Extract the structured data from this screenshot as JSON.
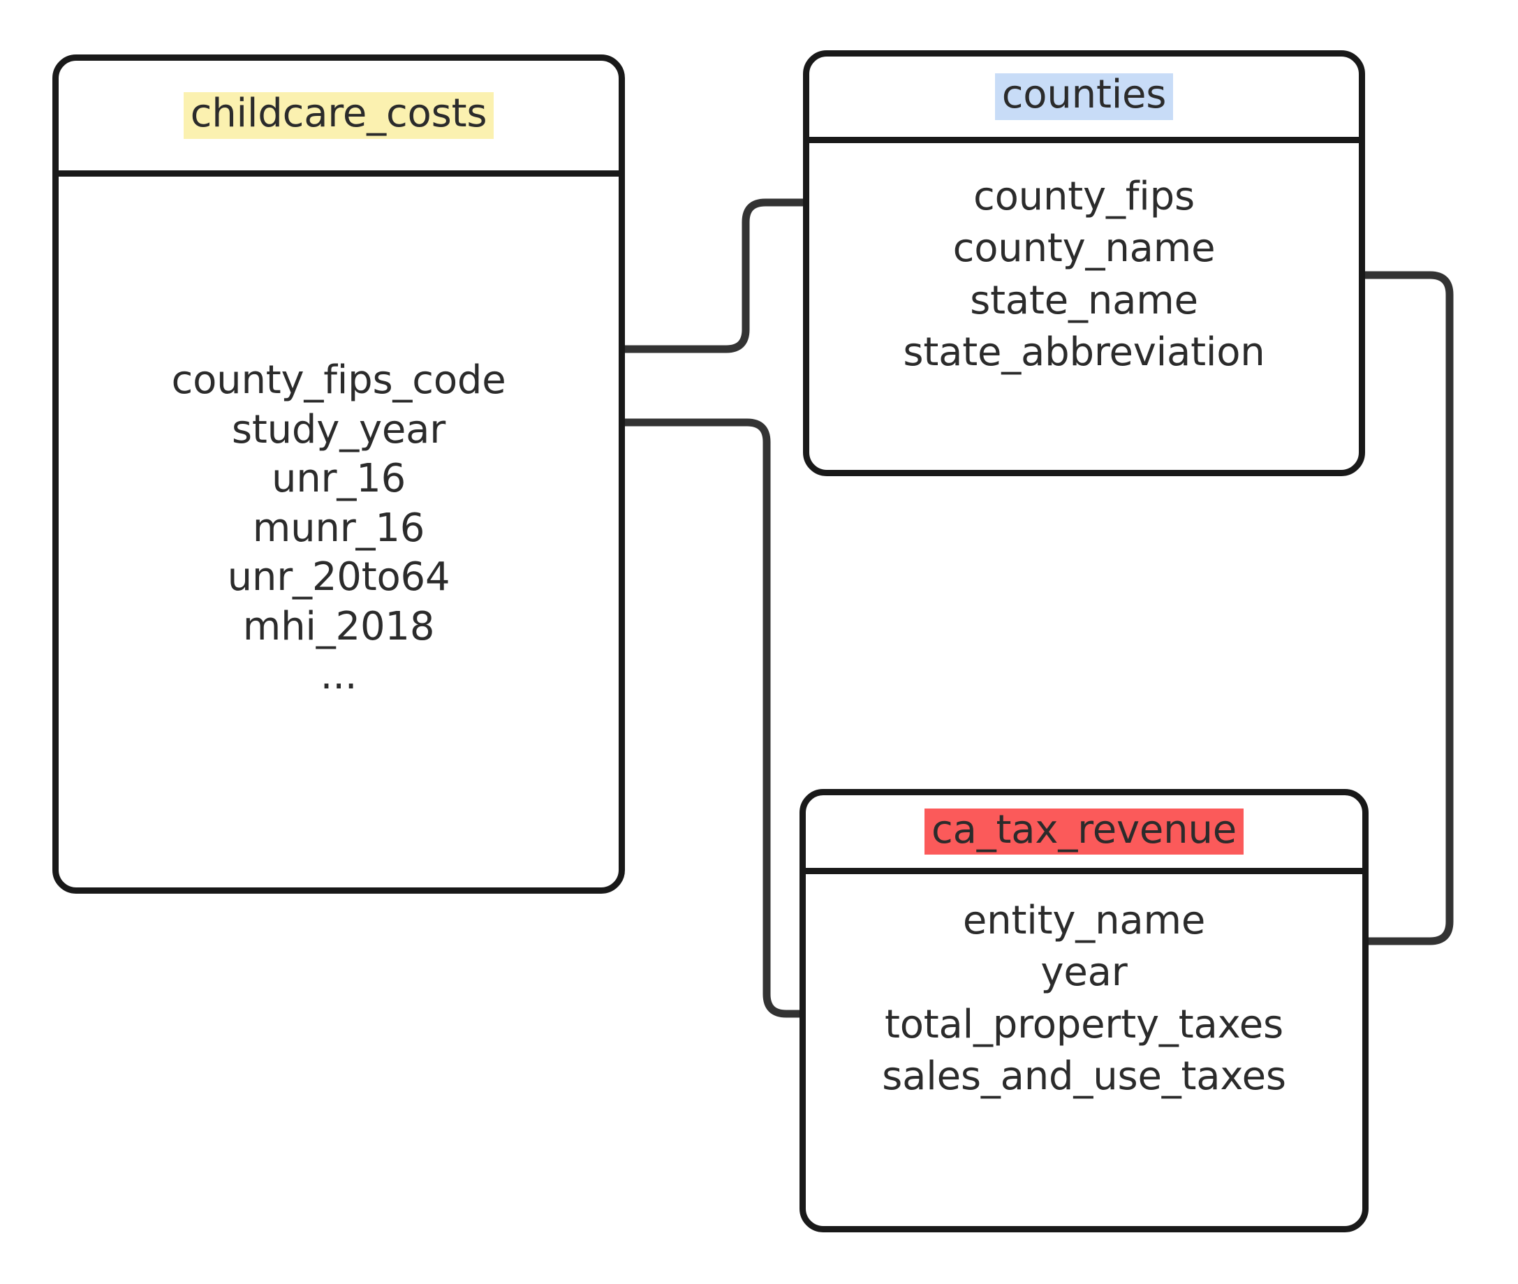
{
  "diagram": {
    "type": "entity-relationship-diagram",
    "background": "#ffffff",
    "line_color": "#333333",
    "border_color": "#191919",
    "text_color": "#2b2b2b"
  },
  "entities": [
    {
      "id": "childcare_costs",
      "title": "childcare_costs",
      "highlight_color": "#fbf1b0",
      "fields": [
        "county_fips_code",
        "study_year",
        "unr_16",
        "munr_16",
        "unr_20to64",
        "mhi_2018",
        "..."
      ]
    },
    {
      "id": "counties",
      "title": "counties",
      "highlight_color": "#c8dcf7",
      "fields": [
        "county_fips",
        "county_name",
        "state_name",
        "state_abbreviation"
      ]
    },
    {
      "id": "ca_tax_revenue",
      "title": "ca_tax_revenue",
      "highlight_color": "#fb5a5a",
      "fields": [
        "entity_name",
        "year",
        "total_property_taxes",
        "sales_and_use_taxes"
      ]
    }
  ],
  "relationships": [
    {
      "id": "fips-join",
      "from_entity": "childcare_costs",
      "from_field": "county_fips_code",
      "to_entity": "counties",
      "to_field": "county_fips",
      "arrow": "to"
    },
    {
      "id": "year-join",
      "from_entity": "childcare_costs",
      "from_field": "study_year",
      "to_entity": "ca_tax_revenue",
      "to_field": "year",
      "arrow": "to"
    },
    {
      "id": "name-join",
      "from_entity": "counties",
      "from_field": "county_name",
      "to_entity": "ca_tax_revenue",
      "to_field": "entity_name",
      "arrow": "to"
    }
  ]
}
